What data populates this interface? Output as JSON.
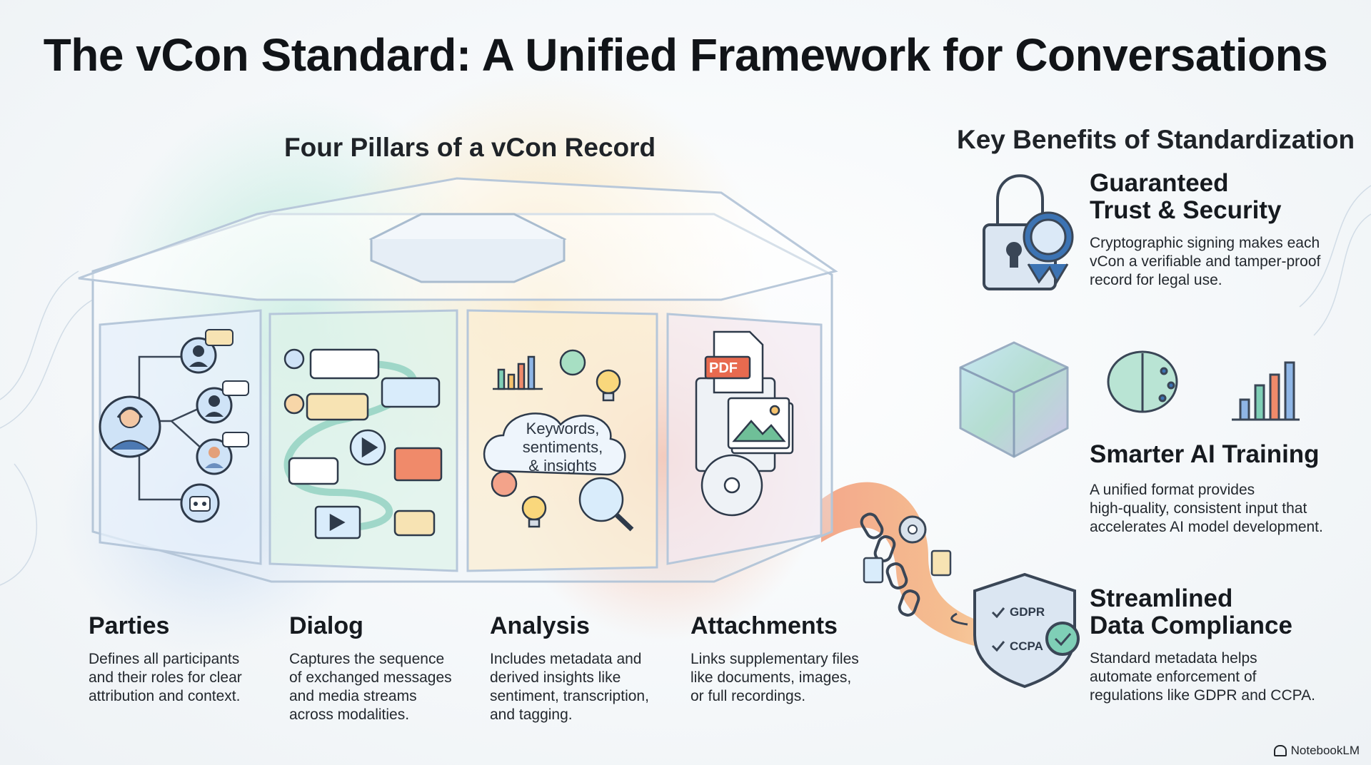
{
  "title": "The vCon Standard: A Unified Framework for Conversations",
  "pillars_heading": "Four Pillars of a vCon Record",
  "benefits_heading": "Key Benefits of Standardization",
  "analysis_cloud": {
    "line1": "Keywords,",
    "line2": "sentiments,",
    "line3": "& insights"
  },
  "pdf_label": "PDF",
  "pillars": [
    {
      "title": "Parties",
      "desc": [
        "Defines all participants",
        "and their roles for clear",
        "attribution and context."
      ]
    },
    {
      "title": "Dialog",
      "desc": [
        "Captures the sequence",
        "of exchanged messages",
        "and media streams",
        "across modalities."
      ]
    },
    {
      "title": "Analysis",
      "desc": [
        "Includes metadata and",
        "derived insights like",
        "sentiment, transcription,",
        "and tagging."
      ]
    },
    {
      "title": "Attachments",
      "desc": [
        "Links supplementary files",
        "like documents, images,",
        "or full recordings."
      ]
    }
  ],
  "benefits": [
    {
      "title": [
        "Guaranteed",
        "Trust & Security"
      ],
      "desc": [
        "Cryptographic signing makes each",
        "vCon a verifiable and tamper-proof",
        "record for legal use."
      ]
    },
    {
      "title": [
        "Smarter AI Training"
      ],
      "desc": [
        "A unified format provides",
        "high-quality, consistent input that",
        "accelerates AI model development."
      ]
    },
    {
      "title": [
        "Streamlined",
        "Data Compliance"
      ],
      "desc": [
        "Standard metadata helps",
        "automate enforcement of",
        "regulations like GDPR and CCPA."
      ]
    }
  ],
  "shield": {
    "line1": "GDPR",
    "line2": "CCPA"
  },
  "watermark": "NotebookLM",
  "colors": {
    "teal": "#7fcfb6",
    "amber": "#f6c36d",
    "coral": "#f08a6a",
    "blue": "#8fb6e6",
    "ink": "#2e3a4a"
  }
}
